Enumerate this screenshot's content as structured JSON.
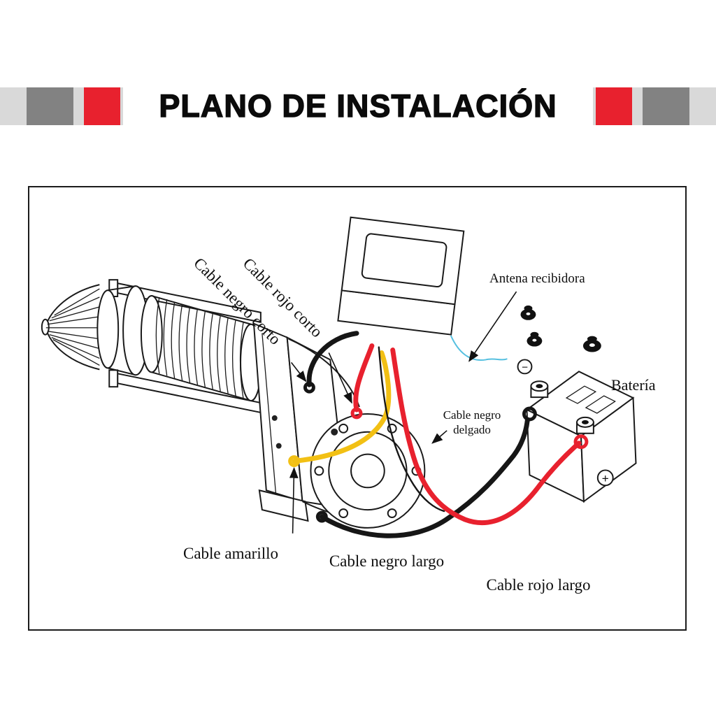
{
  "header": {
    "title": "PLANO DE INSTALACIÓN"
  },
  "colors": {
    "accent-red": "#e8212e",
    "band-dark-gray": "#828282",
    "band-light-gray": "#d9d9d9",
    "cable-red": "#e8212e",
    "cable-black": "#161616",
    "cable-yellow": "#f2c014",
    "antenna-blue": "#56c0e0"
  },
  "diagram": {
    "labels": {
      "cable_rojo_corto": "Cable rojo corto",
      "cable_negro_corto": "Cable negro corto",
      "antena_recibidora": "Antena recibidora",
      "cable_negro_delgado_line1": "Cable negro",
      "cable_negro_delgado_line2": "delgado",
      "bateria": "Batería",
      "cable_amarillo": "Cable amarillo",
      "cable_negro_largo": "Cable negro largo",
      "cable_rojo_largo": "Cable rojo largo"
    },
    "battery_plus": "+",
    "battery_minus": "−"
  }
}
